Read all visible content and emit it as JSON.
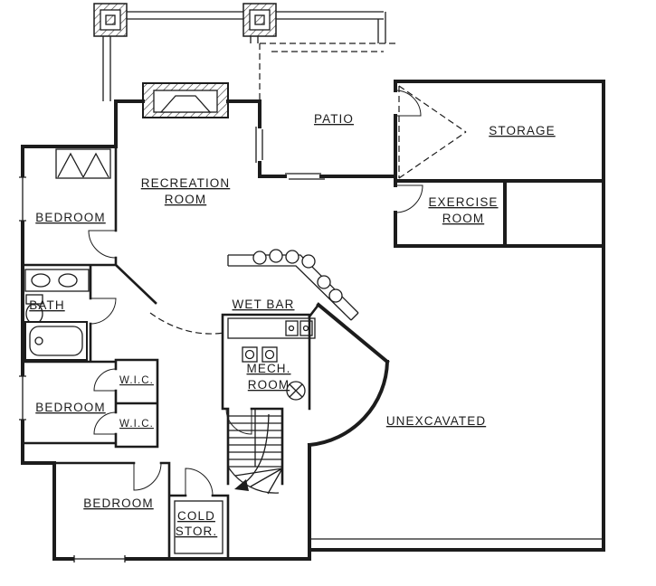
{
  "colors": {
    "line": "#1c1c1c",
    "bg": "#ffffff"
  },
  "rooms": {
    "patio": {
      "label": "PATIO"
    },
    "storage": {
      "label": "STORAGE"
    },
    "recreation": {
      "line1": "RECREATION",
      "line2": "ROOM"
    },
    "exercise": {
      "line1": "EXERCISE",
      "line2": "ROOM"
    },
    "bedroom_upper": {
      "label": "BEDROOM"
    },
    "bath": {
      "label": "BATH"
    },
    "wet_bar": {
      "label": "WET BAR"
    },
    "bedroom_middle": {
      "label": "BEDROOM"
    },
    "wic_upper": {
      "label": "W.I.C."
    },
    "wic_lower": {
      "label": "W.I.C."
    },
    "mech": {
      "line1": "MECH.",
      "line2": "ROOM"
    },
    "unexcavated": {
      "label": "UNEXCAVATED"
    },
    "bedroom_lower": {
      "label": "BEDROOM"
    },
    "cold_storage": {
      "line1": "COLD",
      "line2": "STOR."
    }
  }
}
